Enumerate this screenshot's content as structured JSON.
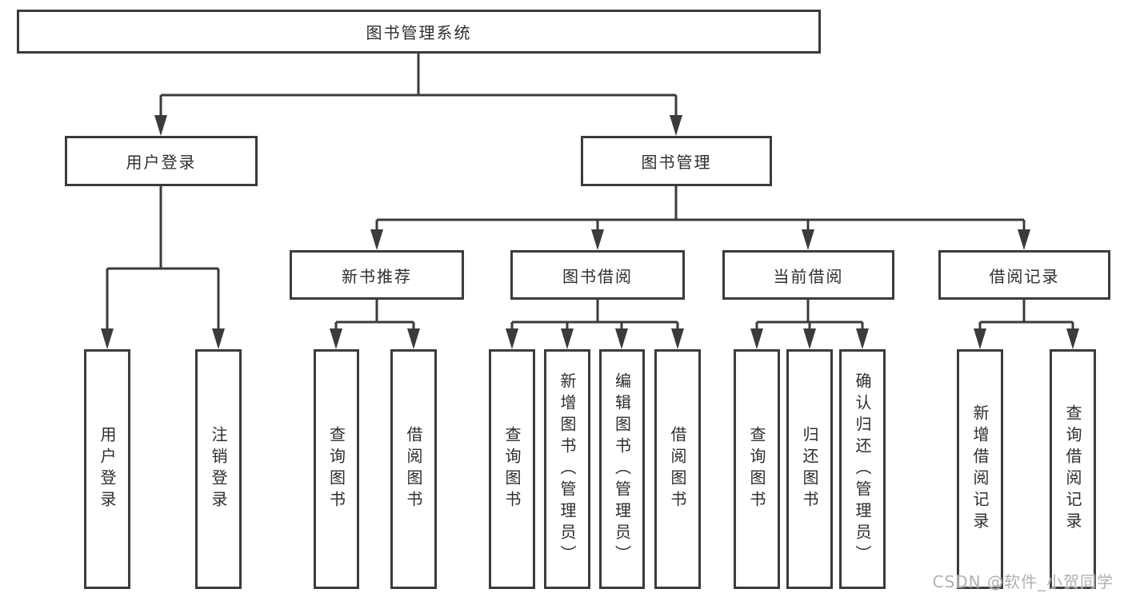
{
  "diagram": {
    "root": {
      "label": "图书管理系统"
    },
    "branches": [
      {
        "label": "用户登录",
        "children": [
          {
            "label": "用户登录"
          },
          {
            "label": "注销登录"
          }
        ]
      },
      {
        "label": "图书管理",
        "children": [
          {
            "label": "新书推荐",
            "children": [
              {
                "label": "查询图书"
              },
              {
                "label": "借阅图书"
              }
            ]
          },
          {
            "label": "图书借阅",
            "children": [
              {
                "label": "查询图书"
              },
              {
                "label": "新增图书（管理员）"
              },
              {
                "label": "编辑图书（管理员）"
              },
              {
                "label": "借阅图书"
              }
            ]
          },
          {
            "label": "当前借阅",
            "children": [
              {
                "label": "查询图书"
              },
              {
                "label": "归还图书"
              },
              {
                "label": "确认归还（管理员）"
              }
            ]
          },
          {
            "label": "借阅记录",
            "children": [
              {
                "label": "新增借阅记录"
              },
              {
                "label": "查询借阅记录"
              }
            ]
          }
        ]
      }
    ]
  },
  "watermark": {
    "text": "CSDN @软件_小贺同学"
  },
  "colors": {
    "line": "#3b3b3b",
    "box_border": "#3b3b3b",
    "text": "#2e2e2e",
    "watermark": "#aaaaaa",
    "background": "#ffffff"
  }
}
